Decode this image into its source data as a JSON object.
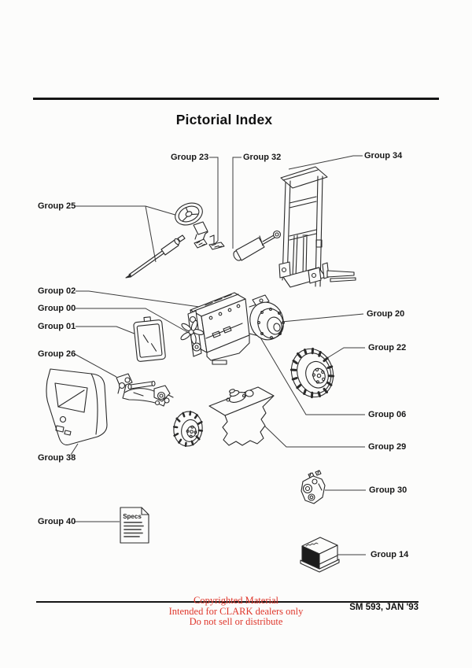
{
  "title": "Pictorial Index",
  "labels": {
    "g23": "Group 23",
    "g32": "Group 32",
    "g34": "Group 34",
    "g25": "Group 25",
    "g02": "Group 02",
    "g00": "Group 00",
    "g01": "Group 01",
    "g26": "Group 26",
    "g20": "Group 20",
    "g22": "Group 22",
    "g06": "Group 06",
    "g29": "Group 29",
    "g38": "Group 38",
    "g30": "Group 30",
    "g40": "Group 40",
    "g14": "Group 14"
  },
  "specs_doc_title": "Specs",
  "footer": {
    "copyright": [
      "Copyrighted Material",
      "Intended for CLARK dealers only",
      "Do not sell or distribute"
    ],
    "manual_ref": "SM 593, JAN '93"
  },
  "colors": {
    "ink": "#2a2a2a",
    "copyright_red": "#df372c",
    "paper": "#fcfcfb"
  }
}
